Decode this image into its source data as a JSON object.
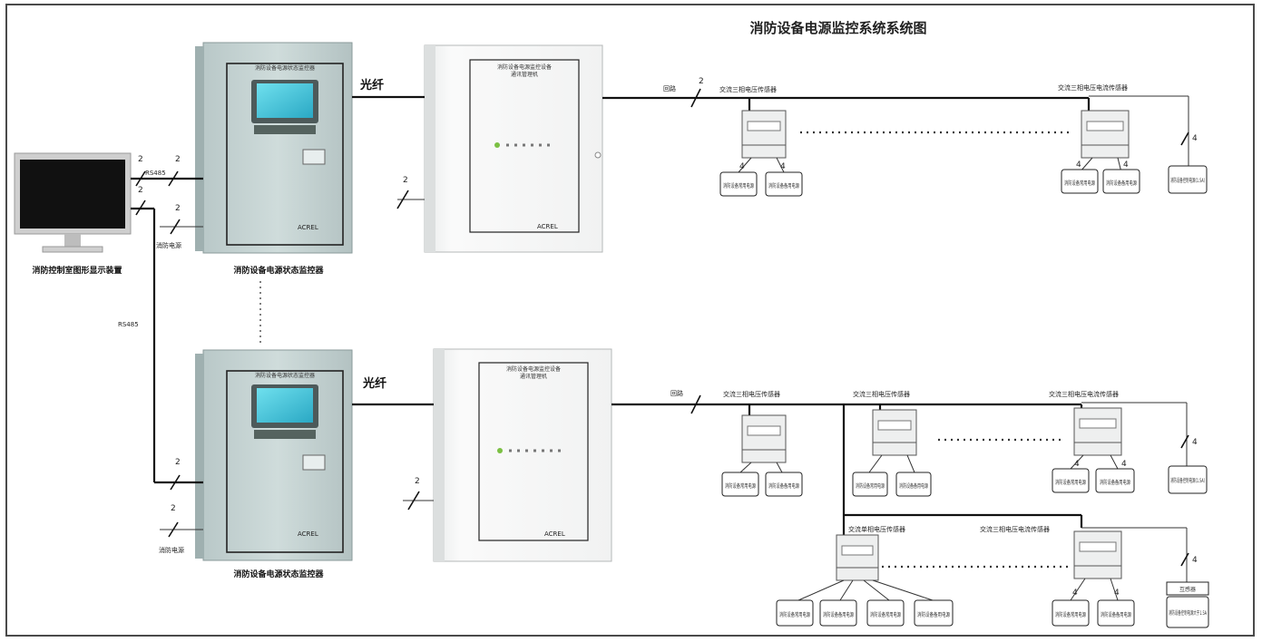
{
  "title": "消防设备电源监控系统系统图",
  "monitor_label": "消防控制室图形显示装置",
  "rs485": "RS485",
  "fire_power": "消防电源",
  "fiber": "光纤",
  "loop": "回路",
  "two": "2",
  "four": "4",
  "cabinet1_top": "消防设备电源状态监控器",
  "cabinet1_caption": "消防设备电源状态监控器",
  "cabinet2_top": "消防设备电源状态监控器",
  "cabinet2_caption": "消防设备电源状态监控器",
  "box1_line1": "消防设备电源监控设备",
  "box1_line2": "通讯管理机",
  "box2_line1": "消防设备电源监控设备",
  "box2_line2": "通讯管理机",
  "brand": "ACREL",
  "s1_left_label": "交流三相电压传感器",
  "s1_right_label": "交流三相电压电流传感器",
  "s2_a_label": "交流三相电压传感器",
  "s2_b_label": "交流三相电压传感器",
  "s2_c_label": "交流三相电压电流传感器",
  "s2_d_label": "交流单相电压传感器",
  "s2_e_label": "交流三相电压电流传感器",
  "equip_main": "消防设备常用电源",
  "equip_backup": "消防设备备用电源",
  "equip_load_1": "消防设备控制电源(1.5A)",
  "equip_load_2": "消防设备控制电源(1.5A)",
  "equip_load_3": "消防设备控制电源大于1.5A",
  "box_small": "互感器"
}
